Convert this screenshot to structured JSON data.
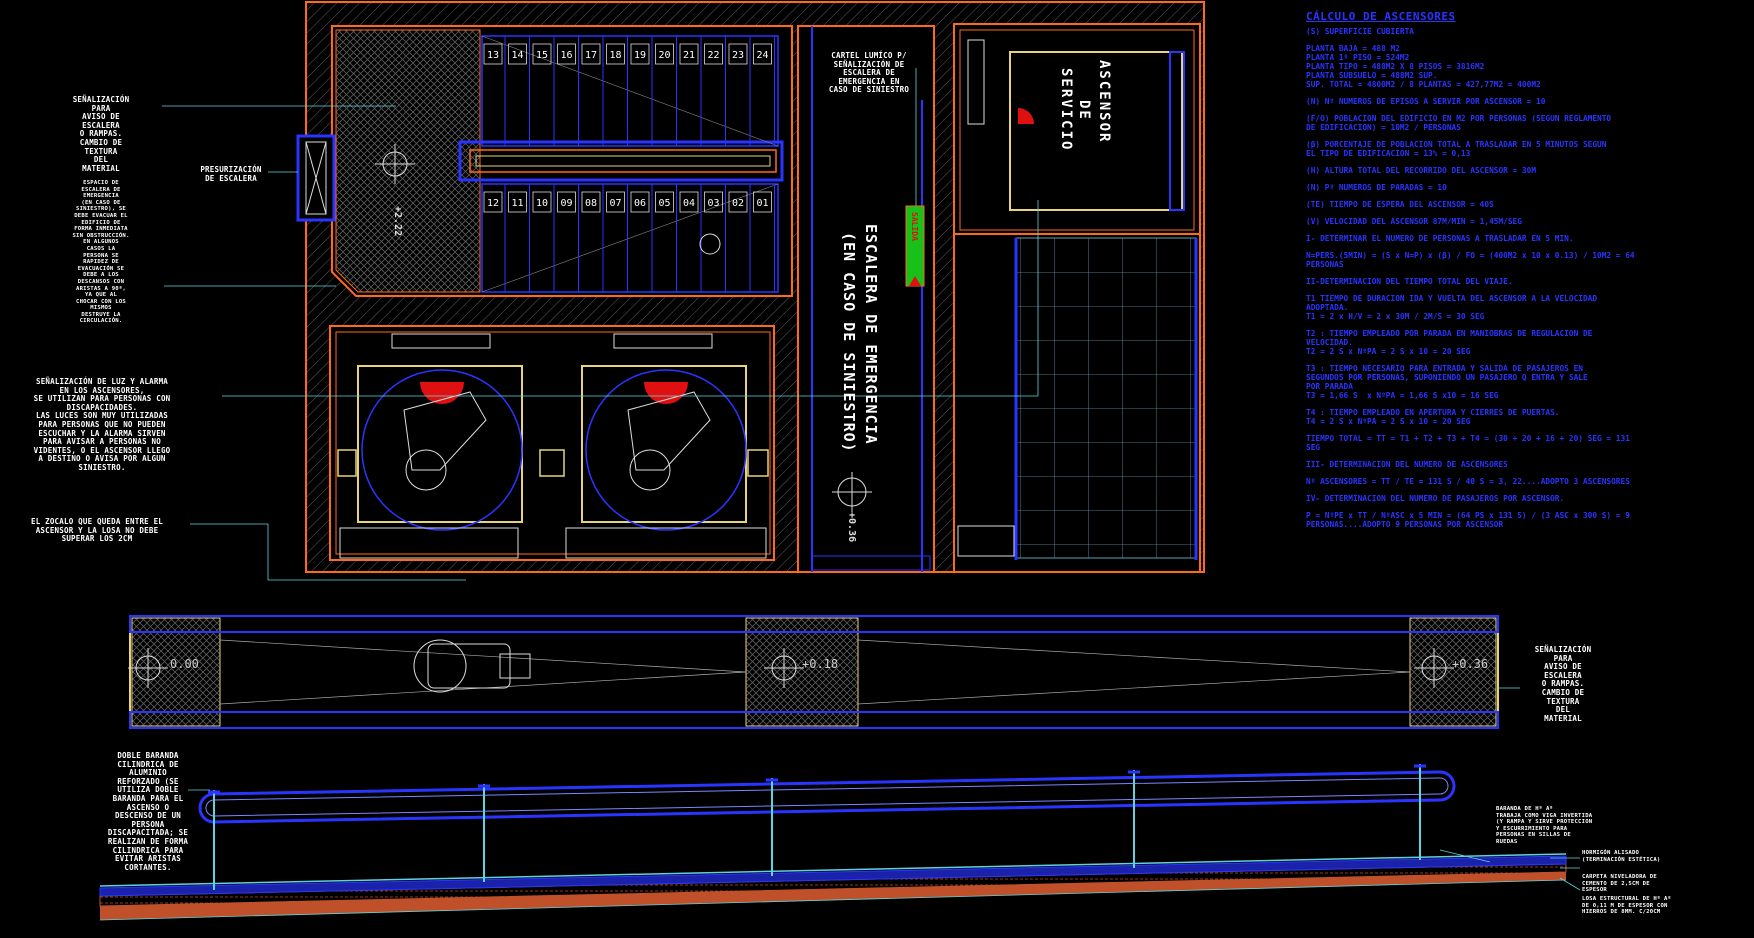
{
  "colors": {
    "background": "#000000",
    "wall_orange": "#ff6a1a",
    "hatch_gray": "#7d7d7d",
    "rail_blue": "#2a34ff",
    "fixture_yellow": "#e8d27a",
    "leader_cyan": "#5fd3e0",
    "exit_green": "#18c01a",
    "door_red": "#e01010",
    "grid_cyan": "#7fb8c8",
    "text_white": "#ffffff",
    "text_blue": "#2a34ff"
  },
  "labels": {
    "senal_rampa_top": [
      "SEÑALIZACIÓN",
      "PARA",
      "AVISO DE",
      "ESCALERA",
      "O RAMPAS.",
      "CAMBIO DE",
      "TEXTURA",
      "DEL",
      "MATERIAL"
    ],
    "presurizacion": [
      "PRESURIZACIÓN",
      "DE ESCALERA"
    ],
    "espacio_escalera": [
      "ESPACIO DE",
      "ESCALERA DE",
      "EMERGENCIA",
      "(EN CASO DE",
      "SINIESTRO), SE",
      "DEBE EVACUAR EL",
      "EDIFICIO DE",
      "FORMA INMEDIATA",
      "SIN OBSTRUCCIÓN.",
      "EN ALGUNOS",
      "CASOS LA",
      "PERSONA SE",
      "RAPIDEZ DE",
      "EVACUACIÓN SE",
      "DEBE A LOS",
      "DESCANSOS CON",
      "ARISTAS A 90º,",
      "YA QUE AL",
      "CHOCAR CON LOS",
      "MISMOS",
      "DESTRUYE LA",
      "CIRCULACIÓN."
    ],
    "senal_luz": [
      "SEÑALIZACIÓN DE LUZ Y ALARMA",
      "EN LOS ASCENSORES,",
      "SE UTILIZAN PARA PERSONAS CON",
      "DISCAPACIDADES.",
      "LAS LUCES SON MUY UTILIZADAS",
      "PARA PERSONAS QUE NO PUEDEN",
      "ESCUCHAR Y LA ALARMA SIRVEN",
      "PARA AVISAR A PERSONAS NO",
      "VIDENTES, O EL ASCENSOR LLEGO",
      "A DESTINO O AVISA POR ALGUN",
      "SINIESTRO."
    ],
    "zocalo": [
      "EL ZOCALO QUE QUEDA ENTRE EL",
      "ASCENSOR Y LA LOSA NO DEBE",
      "SUPERAR LOS 2CM"
    ],
    "cartel": [
      "CARTEL LUMÍCO  P/",
      "SEÑALIZACIÓN DE",
      "ESCALERA DE",
      "EMERGENCIA EN",
      "CASO DE SINIESTRO"
    ],
    "escalera_vertical": "ESCALERA DE EMERGENCIA",
    "escalera_vertical2": "(EN CASO DE SINIESTRO)",
    "ascensor_servicio": "ASCENSOR",
    "ascensor_de": "DE",
    "ascensor_servicio2": "SERVICIO",
    "salida": "SALIDA",
    "nivel_stair": "+2.22",
    "nivel_exit": "+0.36",
    "ramp_levels": [
      "0.00",
      "+0.18",
      "+0.36"
    ],
    "senal_rampa_right": [
      "SEÑALIZACIÓN",
      "PARA",
      "AVISO DE",
      "ESCALERA",
      "O RAMPAS.",
      "CAMBIO DE",
      "TEXTURA",
      "DEL",
      "MATERIAL"
    ],
    "baranda": [
      "DOBLE BARANDA",
      "CILINDRICA DE",
      "ALUMINIO",
      "REFORZADO (SE",
      "UTILIZA DOBLE",
      "BARANDA PARA EL",
      "ASCENSO O",
      "DESCENSO DE UN",
      "PERSONA",
      "DISCAPACITADA; SE",
      "REALIZAN DE FORMA",
      "CILINDRICA PARA",
      "EVITAR ARISTAS",
      "CORTANTES."
    ],
    "section_notes": [
      [
        "BARANDA DE Hº Aº",
        "TRABAJA COMO VIGA INVERTIDA",
        "(Y RAMPA Y SIRVE PROTECCION",
        "Y ESCURRIMIENTO PARA",
        "PERSONAS EN SILLAS DE",
        "RUEDAS"
      ],
      [
        "HORMIGÓN ALISADO",
        "(TERMINACIÓN ESTÉTICA)"
      ],
      [
        "CARPETA NIVELADORA DE",
        "CEMENTO DE 2,5CM DE",
        "ESPESOR"
      ],
      [
        "LOSA ESTRUCTURAL DE Hº Aº",
        "DE 0,11 M DE ESPESOR CON",
        "HIERROS DE 8MM. C/20CM"
      ]
    ],
    "step_numbers_top": [
      "13",
      "14",
      "15",
      "16",
      "17",
      "18",
      "19",
      "20",
      "21",
      "22",
      "23",
      "24"
    ],
    "step_numbers_bottom": [
      "12",
      "11",
      "10",
      "09",
      "08",
      "07",
      "06",
      "05",
      "04",
      "03",
      "02",
      "01"
    ]
  },
  "calculo": {
    "title": "CÁLCULO DE ASCENSORES",
    "blocks": [
      [
        "(S) SUPERFICIE CUBIERTA"
      ],
      [
        "PLANTA BAJA = 488 M2",
        "PLANTA 1º PISO = 524M2",
        "PLANTA TIPO = 488M2 X 8 PISOS = 3816M2",
        "PLANTA SUBSUELO = 488M2 SUP.",
        "SUP. TOTAL = 4800M2 / 8 PLANTAS = 427,77M2 = 400M2"
      ],
      [
        "(N) Nº NUMEROS DE EPISOS A SERVIR POR ASCENSOR = 10"
      ],
      [
        "(F/O) POBLACION DEL EDIFICIO EN M2 POR PERSONAS (SEGUN REGLAMENTO",
        "DE EDIFICACION) = 10M2 / PERSONAS"
      ],
      [
        "(β) PORCENTAJE DE POBLACION TOTAL A TRASLADAR EN 5 MINUTOS SEGUN",
        "EL TIPO DE EDIFICACION = 13% = 0,13"
      ],
      [
        "(H) ALTURA TOTAL DEL RECORRIDO DEL ASCENSOR = 30M"
      ],
      [
        "(N) Pº NUMEROS DE PARADAS = 10"
      ],
      [
        "(TE) TIEMPO DE ESPERA DEL ASCENSOR = 40S"
      ],
      [
        "(V) VELOCIDAD DEL ASCENSOR 87M/MIN = 1,45M/SEG"
      ],
      [
        "I- DETERMINAR EL NUMERO DE PERSONAS A TRASLADAR EN 5 MIN."
      ],
      [
        "N=PERS.(5MIN) = (S x N=P) x (β) / FO = (400M2 x 10 x 0.13) / 10M2 = 64",
        "PERSONAS"
      ],
      [
        "II-DETERMINACION DEL TIEMPO TOTAL DEL VIAJE."
      ],
      [
        "T1 TIEMPO DE DURACION IDA Y VUELTA DEL ASCENSOR A LA VELOCIDAD",
        "ADOPTADA.",
        "T1 = 2 x H/V = 2 x 30M / 2M/S = 30 SEG"
      ],
      [
        "T2 : TIEMPO EMPLEADO POR PARADA EN MANIOBRAS DE REGULACION DE",
        "VELOCIDAD.",
        "T2 = 2 S x NºPA = 2 S x 10 = 20 SEG"
      ],
      [
        "T3 : TIEMPO NECESARIO PARA ENTRADA Y SALIDA DE PASAJEROS EN",
        "SEGUNDOS POR PERSONAS, SUPONIENDO UN PASAJERO Q ENTRA Y SALE",
        "POR PARADA",
        "T3 = 1,66 S  x NºPA = 1,66 S x10 = 16 SEG"
      ],
      [
        "T4 : TIEMPO EMPLEADO EN APERTURA Y CIERRES DE PUERTAS.",
        "T4 = 2 S x NºPA = 2 S x 10 = 20 SEG"
      ],
      [
        "TIEMPO TOTAL = TT = T1 + T2 + T3 + T4 = (30 + 20 + 16 + 20) SEG = 131",
        "SEG"
      ],
      [
        "III- DETERMINACION DEL NUMERO DE ASCENSORES"
      ],
      [
        "Nº ASCENSORES = TT / TE = 131 S / 40 S = 3, 22....ADOPTO 3 ASCENSORES"
      ],
      [
        "IV- DETERMINACION DEL NUMERO DE PASAJEROS POR ASCENSOR."
      ],
      [
        "P = NºPE x TT / NºASC x 5 MIN = (64 PS x 131 S) / (3 ASC x 300 S) = 9",
        "PERSONAS....ADOPTO 9 PERSONAS POR ASCENSOR"
      ]
    ]
  }
}
